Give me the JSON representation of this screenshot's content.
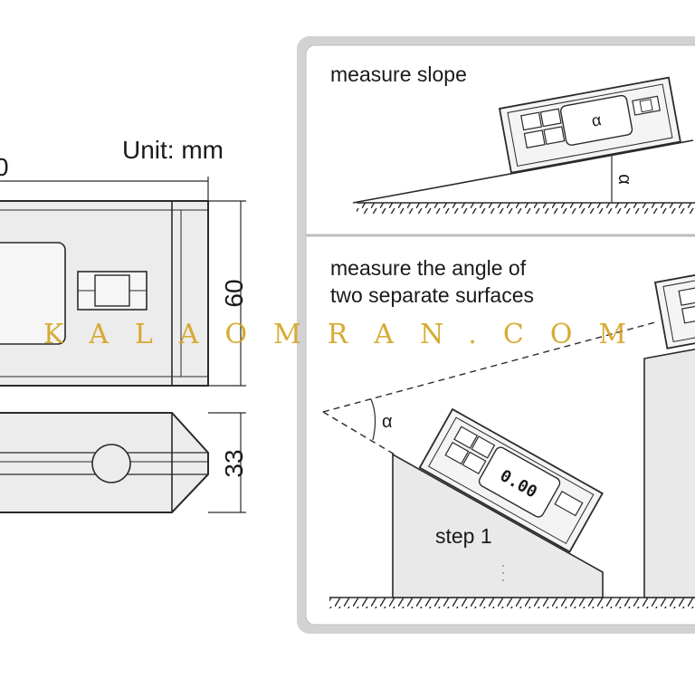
{
  "drawing": {
    "unit_label": "Unit: mm",
    "top_dim_fragment": "0",
    "dim_height": "60",
    "dim_thickness": "33"
  },
  "panel": {
    "slope_title": "measure slope",
    "slope_angle_symbol": "α",
    "device_angle_symbol": "α",
    "surfaces_title_line1": "measure the angle of",
    "surfaces_title_line2": "two separate surfaces",
    "surfaces_angle_symbol": "α",
    "display_digits": "0.00",
    "step_label": "step 1"
  },
  "watermark": "KALAOMRAN.COM",
  "colors": {
    "line": "#2a2a2a",
    "panel_bg": "#ffffff",
    "panel_border": "#c8c8c8",
    "block_fill": "#e9e9e9",
    "watermark": "#d4a21c"
  }
}
